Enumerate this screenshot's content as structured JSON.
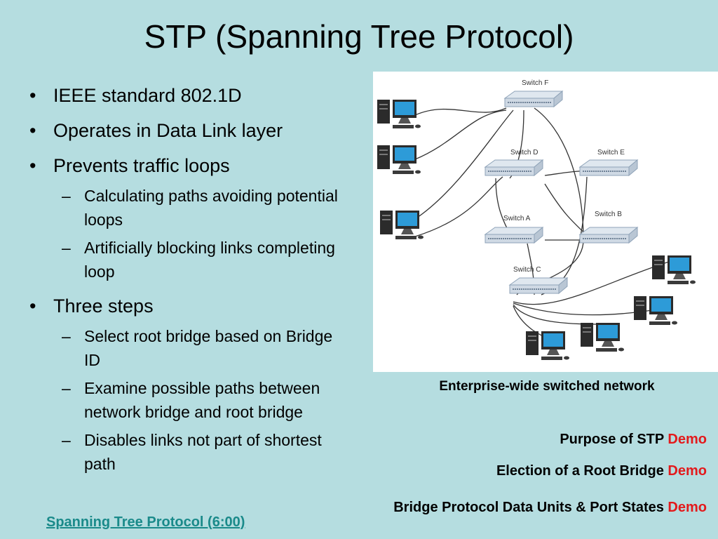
{
  "slide": {
    "title": "STP (Spanning Tree Protocol)"
  },
  "bullets": [
    {
      "text": "IEEE standard 802.1D"
    },
    {
      "text": "Operates in Data Link layer"
    },
    {
      "text": "Prevents traffic loops"
    },
    {
      "text": "Calculating paths avoiding potential loops"
    },
    {
      "text": "Artificially blocking links completing loop"
    },
    {
      "text": "Three steps"
    },
    {
      "text": "Select root bridge based on Bridge ID"
    },
    {
      "text": "Examine possible paths between network bridge and root bridge"
    },
    {
      "text": "Disables links not part of shortest path"
    }
  ],
  "bullet_marker": "•",
  "sub_marker": "–",
  "diagram": {
    "caption": "Enterprise-wide switched network",
    "switches": [
      "Switch F",
      "Switch D",
      "Switch E",
      "Switch A",
      "Switch B",
      "Switch C"
    ]
  },
  "links": {
    "purpose": {
      "label": "Purpose of STP",
      "demo": "Demo"
    },
    "election": {
      "label": "Election of a Root Bridge",
      "demo": "Demo"
    },
    "bpdu": {
      "label": "Bridge Protocol Data Units & Port States",
      "demo": "Demo"
    },
    "video": "Spanning Tree Protocol (6:00)"
  },
  "colors": {
    "background": "#b5dde0",
    "demo": "#e31a1c",
    "link": "#1a8a8a"
  }
}
